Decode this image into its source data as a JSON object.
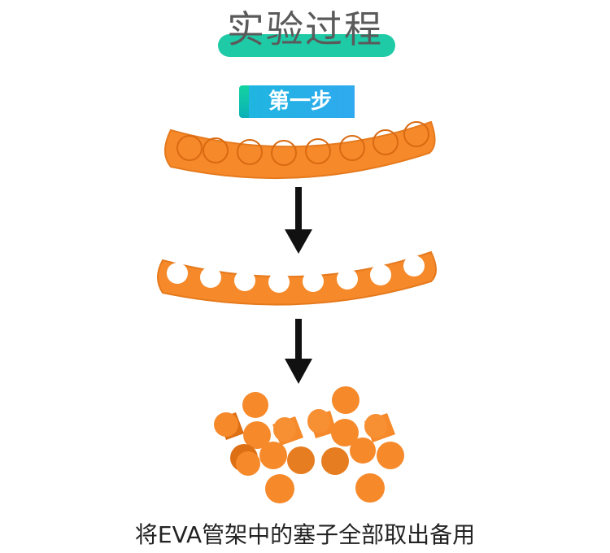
{
  "title": "实验过程",
  "step_label": "第一步",
  "caption": "将EVA管架中的塞子全部取出备用",
  "colors": {
    "accent_teal": "#1fcaa6",
    "step_blue": "#2fa9ef",
    "foam_orange": "#f6892a",
    "foam_shadow": "#dd6f15",
    "arrow": "#111111"
  }
}
